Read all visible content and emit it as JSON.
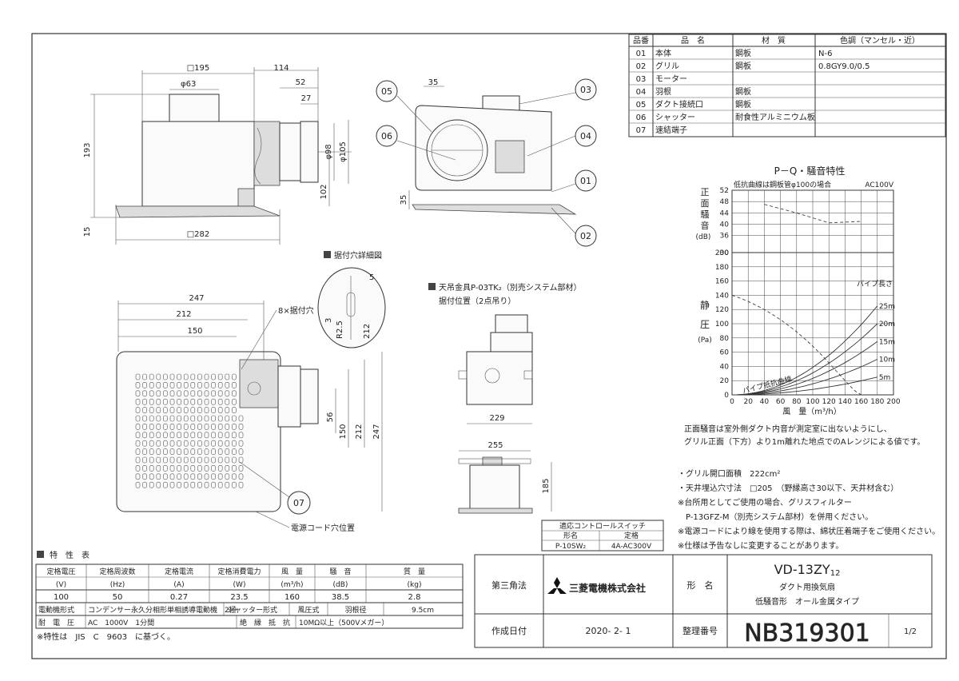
{
  "parts_table": {
    "headers": [
      "品番",
      "品　名",
      "材　質",
      "色調（マンセル・近）"
    ],
    "rows": [
      [
        "01",
        "本体",
        "鋼板",
        "N-6"
      ],
      [
        "02",
        "グリル",
        "鋼板",
        "0.8GY9.0/0.5"
      ],
      [
        "03",
        "モーター",
        "",
        ""
      ],
      [
        "04",
        "羽根",
        "鋼板",
        ""
      ],
      [
        "05",
        "ダクト接続口",
        "鋼板",
        ""
      ],
      [
        "06",
        "シャッター",
        "耐食性アルミニウム板",
        ""
      ],
      [
        "07",
        "速結端子",
        "",
        ""
      ]
    ]
  },
  "side_view": {
    "dims": [
      "□195",
      "114",
      "φ63",
      "52",
      "27",
      "193",
      "φ98",
      "φ105",
      "102",
      "15",
      "□282"
    ]
  },
  "section_view": {
    "callouts": [
      "05",
      "06",
      "03",
      "04",
      "01",
      "02"
    ],
    "dims": [
      "35",
      "35"
    ]
  },
  "detail": {
    "title": "据付穴詳細図",
    "dims": [
      "5",
      "3",
      "R2.5",
      "212"
    ]
  },
  "bottom_view": {
    "dims": [
      "247",
      "212",
      "150",
      "56",
      "150",
      "212",
      "247"
    ],
    "labels": [
      "8×据付穴",
      "電源コード穴位置"
    ],
    "callout": "07"
  },
  "hanger": {
    "title": "天吊金具P-03TK₂（別売システム部材）",
    "subtitle": "据付位置（2点吊り）",
    "dims": [
      "229",
      "255",
      "185"
    ]
  },
  "control_switch": {
    "title": "適応コントロールスイッチ",
    "headers": [
      "形名",
      "定格"
    ],
    "row": [
      "P-10SW₂",
      "4A-AC300V"
    ]
  },
  "pq_chart": {
    "title": "P－Q・騒音特性",
    "note": "低抗曲線は鋼板管φ100の場合",
    "voltage": "AC100V",
    "noise_ylabel": [
      "正",
      "面",
      "騒",
      "音"
    ],
    "noise_unit": "(dB)",
    "noise_ticks": [
      "52",
      "48",
      "44",
      "40",
      "36",
      "30"
    ],
    "pressure_ylabel": [
      "静",
      "圧"
    ],
    "pressure_unit": "(Pa)",
    "pressure_ticks": [
      "200",
      "180",
      "160",
      "140",
      "120",
      "100",
      "80",
      "60",
      "40",
      "20",
      "0"
    ],
    "x_ticks": [
      "0",
      "20",
      "40",
      "60",
      "80",
      "100",
      "120",
      "140",
      "160",
      "180",
      "200"
    ],
    "xlabel": "風　量（m³/h）",
    "pipe_label": "パイプ長さ",
    "pipe_lengths": [
      "25m",
      "20m",
      "15m",
      "10m",
      "5m"
    ],
    "resist_label": "パイプ抵抗曲線",
    "note1": "正面騒音は室外側ダクト内音が測定室に出ないようにし、",
    "note2": "グリル正面（下方）より1m離れた地点でのAレンジによる値です。"
  },
  "chart_data": {
    "type": "line",
    "title": "P－Q・騒音特性",
    "xlabel": "風　量（m³/h）",
    "xlim": [
      0,
      200
    ],
    "noise": {
      "ylabel": "正面騒音 (dB)",
      "ylim": [
        30,
        52
      ],
      "x": [
        40,
        80,
        120,
        160
      ],
      "y": [
        47,
        44,
        40.5,
        41
      ]
    },
    "pressure": {
      "ylabel": "静圧 (Pa)",
      "ylim": [
        0,
        200
      ],
      "x": [
        0,
        40,
        80,
        120,
        160
      ],
      "y": [
        140,
        120,
        80,
        40,
        0
      ]
    },
    "pipe_curves": [
      {
        "name": "25m",
        "at_x180": 125
      },
      {
        "name": "20m",
        "at_x180": 100
      },
      {
        "name": "15m",
        "at_x180": 75
      },
      {
        "name": "10m",
        "at_x180": 50
      },
      {
        "name": "5m",
        "at_x180": 25
      }
    ]
  },
  "notes": [
    "・グリル開口面積　222cm²",
    "・天井埋込穴寸法　□205　（野縁高さ30以下、天井材含む）",
    "※台所用としてご使用の場合、グリスフィルター",
    "　P-13GFZ-M（別売システム部材）を併用ください。",
    "※電源コードにより線を使用する際は、綿状圧着端子をご使用ください。",
    "※仕様は予告なしに変更することがあります。"
  ],
  "spec_table": {
    "title": "特　性　表",
    "headers": [
      "定格電圧",
      "定格周波数",
      "定格電流",
      "定格消費電力",
      "風　量",
      "騒　音",
      "質　量"
    ],
    "units": [
      "(V)",
      "(Hz)",
      "(A)",
      "(W)",
      "(m³/h)",
      "(dB)",
      "(kg)"
    ],
    "values": [
      "100",
      "50",
      "0.27",
      "23.5",
      "160",
      "38.5",
      "2.8"
    ],
    "motor_label": "電動機形式",
    "motor_value": "コンデンサー永久分相形単相誘導電動機　2極",
    "shutter_label": "シャッター形式",
    "shutter_value": "風圧式",
    "blade_label": "羽根径",
    "blade_value": "9.5cm",
    "voltage_label": "耐　電　圧",
    "voltage_value": "AC　1000V　1分間",
    "insul_label": "絶　縁　抵　抗",
    "insul_value": "10MΩ以上（500Vメガー）",
    "footnote": "※特性は　JIS　C　9603　に基づく。"
  },
  "title_block": {
    "projection": "第三角法",
    "company": "三菱電機株式会社",
    "model_label": "形　名",
    "model": "VD-13ZY",
    "model_sub": "12",
    "desc1": "ダクト用換気扇",
    "desc2": "低騒音形　オール金属タイプ",
    "date_label": "作成日付",
    "date": "2020- 2- 1",
    "number_label": "整理番号",
    "number": "NB319301",
    "page": "1/2"
  }
}
